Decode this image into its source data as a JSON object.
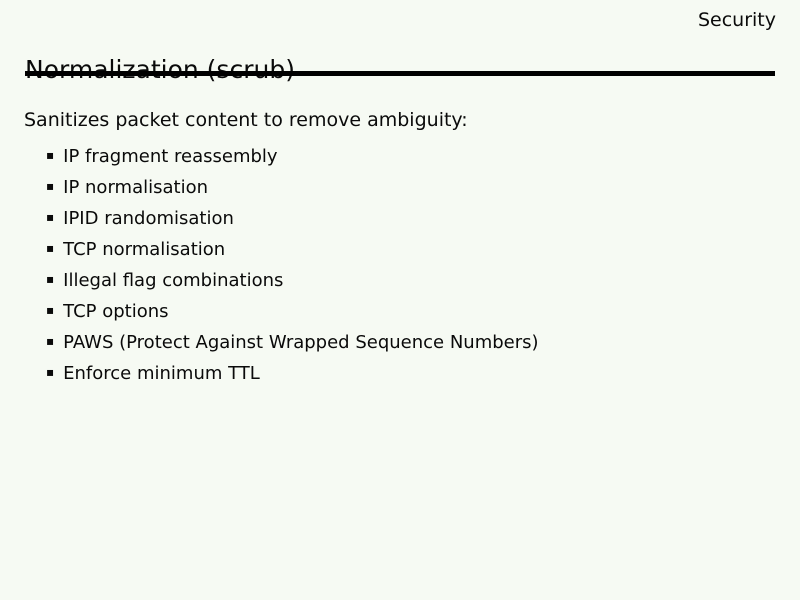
{
  "slide": {
    "context_label": "Security",
    "title": "Normalization (scrub)",
    "intro": "Sanitizes packet content to remove ambiguity:",
    "bullet_char": "▪",
    "items": [
      "IP fragment reassembly",
      "IP normalisation",
      "IPID randomisation",
      "TCP normalisation",
      "Illegal flag combinations",
      "TCP options",
      "PAWS (Protect Against Wrapped Sequence Numbers)",
      "Enforce minimum TTL"
    ],
    "colors": {
      "background": "#f6faf3",
      "text": "#0a0a0a",
      "rule": "#000000"
    }
  }
}
